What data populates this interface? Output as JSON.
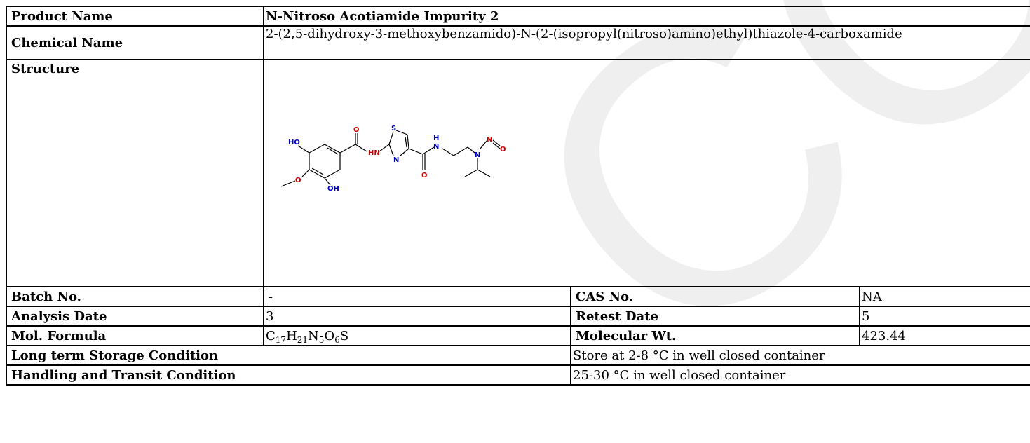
{
  "product": {
    "label": "Product Name",
    "value": "N-Nitroso Acotiamide Impurity 2"
  },
  "chemical": {
    "label": "Chemical Name",
    "value": "2-(2,5-dihydroxy-3-methoxybenzamido)-N-(2-(isopropyl(nitroso)amino)ethyl)thiazole-4-carboxamide"
  },
  "structure": {
    "label": "Structure",
    "atoms": {
      "ho_top": "HO",
      "o_carbonyl1": "O",
      "s": "S",
      "hn": "HN",
      "h_amide": "H",
      "n_amide": "N",
      "n_thiazole": "N",
      "o_carbonyl2": "O",
      "n_nitroso": "N",
      "n_nitroso2": "N",
      "o_nitroso": "O",
      "o_methoxy": "O",
      "oh": "OH"
    }
  },
  "batch": {
    "label": "Batch No.",
    "value": "-"
  },
  "cas": {
    "label": "CAS No.",
    "value": "NA"
  },
  "analysis": {
    "label": "Analysis Date",
    "value": "3"
  },
  "retest": {
    "label": "Retest Date",
    "value": "5"
  },
  "formula": {
    "label": "Mol. Formula",
    "parts": [
      "C",
      "17",
      "H",
      "21",
      "N",
      "5",
      "O",
      "6",
      "S"
    ]
  },
  "molwt": {
    "label": "Molecular Wt.",
    "value": "423.44"
  },
  "storage": {
    "label": "Long term Storage Condition",
    "value": "Store at 2-8 °C in well closed container"
  },
  "transit": {
    "label": "Handling and Transit Condition",
    "value": "25-30 °C in well closed container"
  },
  "watermark": {
    "text": "COA",
    "color": "#e6e6e6"
  }
}
